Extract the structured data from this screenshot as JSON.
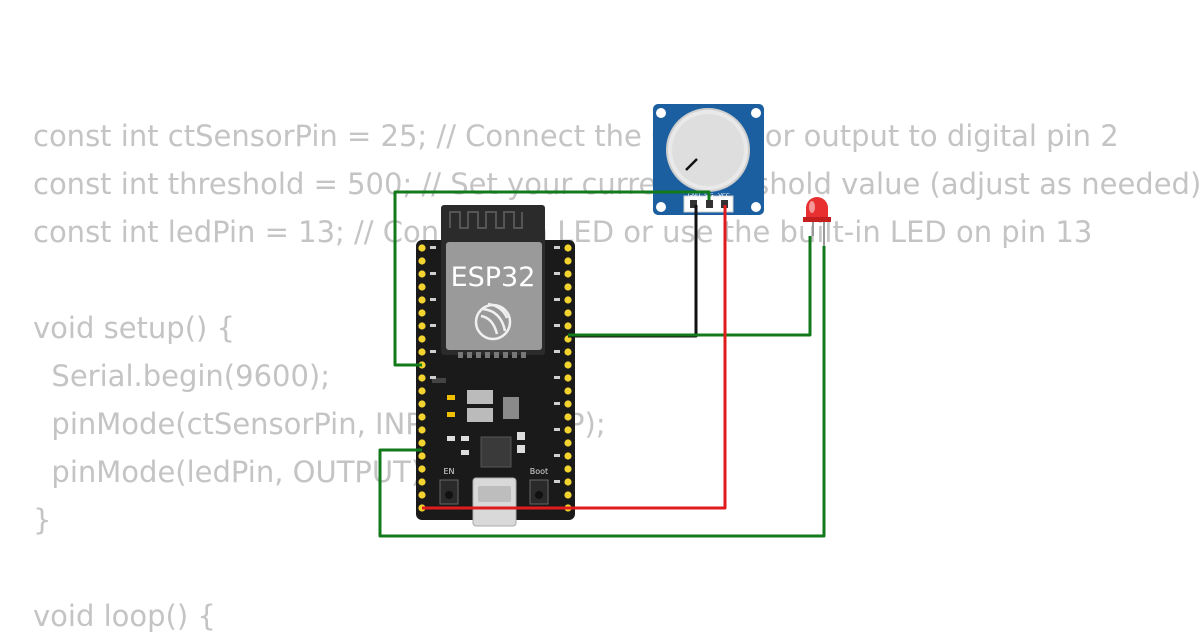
{
  "code_lines": [
    "const int ctSensorPin = 25; // Connect the CT sensor output to digital pin 2",
    "const int threshold = 500; // Set your current threshold value (adjust as needed)",
    "const int ledPin = 13; // Connect an LED or use the built-in LED on pin 13",
    "",
    "void setup() {",
    "  Serial.begin(9600);",
    "  pinMode(ctSensorPin, INPUT_PULLUP);",
    "  pinMode(ledPin, OUTPUT);",
    "}",
    "",
    "void loop() {"
  ],
  "board": {
    "name": "ESP32",
    "en_label": "EN",
    "boot_label": "Boot"
  },
  "potentiometer": {
    "pin_labels": [
      "GND",
      "SIG",
      "VCC"
    ]
  },
  "colors": {
    "wire_green": "#137a1b",
    "wire_red": "#e01b1b",
    "wire_black": "#111111",
    "board": "#1a1a1a",
    "pot_board": "#1c5fa0",
    "led": "#e83030",
    "pin": "#f2d330"
  }
}
